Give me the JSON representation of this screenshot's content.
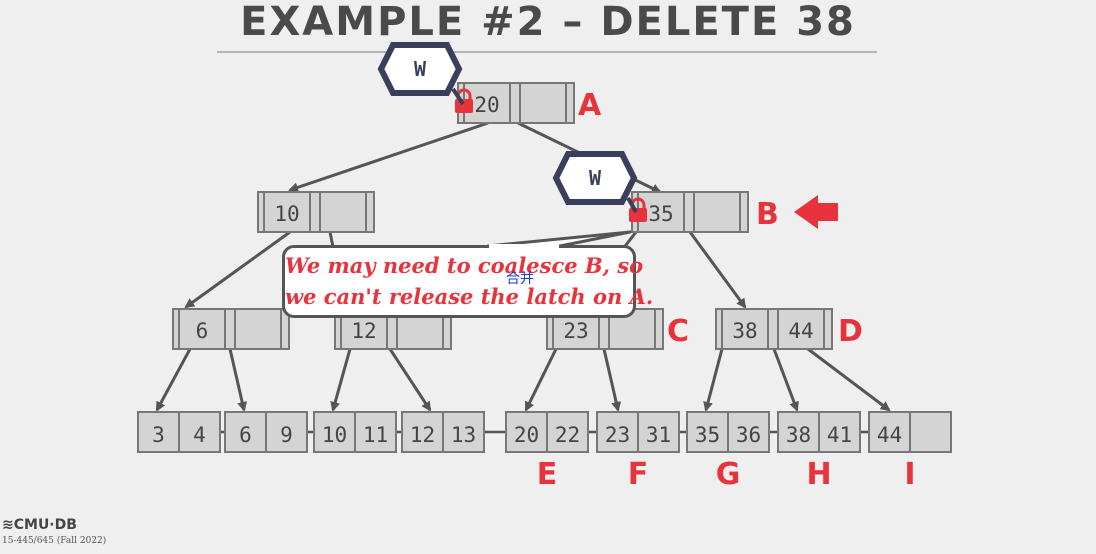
{
  "title": "EXAMPLE #2 – DELETE 38",
  "latches": [
    {
      "id": "latch-a",
      "text": "W"
    },
    {
      "id": "latch-b",
      "text": "W"
    }
  ],
  "nodes": [
    {
      "id": "A",
      "label": "A",
      "keys": [
        "20",
        ""
      ],
      "locked": true
    },
    {
      "id": "B",
      "label": "B",
      "keys": [
        "35",
        ""
      ],
      "locked": true
    },
    {
      "id": "n10",
      "label": "",
      "keys": [
        "10",
        ""
      ]
    },
    {
      "id": "n6",
      "label": "",
      "keys": [
        "6",
        ""
      ]
    },
    {
      "id": "n12",
      "label": "",
      "keys": [
        "12",
        ""
      ]
    },
    {
      "id": "C",
      "label": "C",
      "keys": [
        "23",
        ""
      ]
    },
    {
      "id": "D",
      "label": "D",
      "keys": [
        "38",
        "44"
      ]
    }
  ],
  "leaves": [
    {
      "id": "l1",
      "label": "",
      "keys": [
        "3",
        "4"
      ]
    },
    {
      "id": "l2",
      "label": "",
      "keys": [
        "6",
        "9"
      ]
    },
    {
      "id": "l3",
      "label": "",
      "keys": [
        "10",
        "11"
      ]
    },
    {
      "id": "l4",
      "label": "",
      "keys": [
        "12",
        "13"
      ]
    },
    {
      "id": "E",
      "label": "E",
      "keys": [
        "20",
        "22"
      ]
    },
    {
      "id": "F",
      "label": "F",
      "keys": [
        "23",
        "31"
      ]
    },
    {
      "id": "G",
      "label": "G",
      "keys": [
        "35",
        "36"
      ]
    },
    {
      "id": "H",
      "label": "H",
      "keys": [
        "38",
        "41"
      ]
    },
    {
      "id": "I",
      "label": "I",
      "keys": [
        "44",
        ""
      ]
    }
  ],
  "callout": {
    "line1": "We may need to coalesce B, so",
    "line2": "we can't release the latch on A."
  },
  "annotation": "合并",
  "footer": {
    "logo": "CMU·DB",
    "course": "15-445/645 (Fall 2022)"
  },
  "colors": {
    "accent": "#e8323c",
    "latch": "#3a3f5c",
    "node_fill": "#d4d4d4",
    "node_stroke": "#777777",
    "edge": "#555555",
    "annotation": "#1a3fc8"
  }
}
